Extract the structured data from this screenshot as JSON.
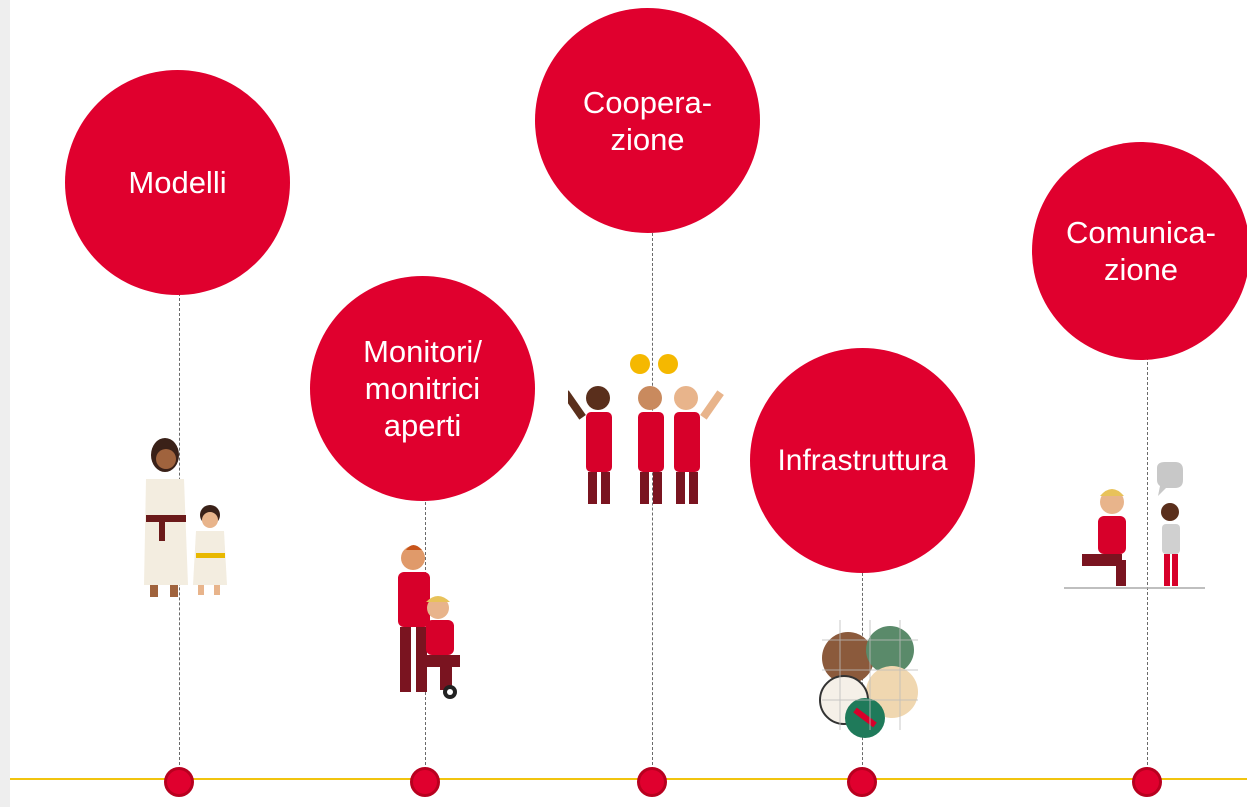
{
  "colors": {
    "accent": "#e0002e",
    "timeline": "#f1c40f",
    "text": "#ffffff",
    "connector": "#6a6a6a"
  },
  "milestones": [
    {
      "label": "Modelli",
      "icon": "karate-instructor-with-child-illustration"
    },
    {
      "label": "Monitori/\nmonitrici\naperti",
      "icon": "coach-kneeling-with-athlete-illustration"
    },
    {
      "label": "Coopera-\nzione",
      "icon": "team-with-smiley-faces-illustration"
    },
    {
      "label": "Infrastruttura",
      "icon": "ball-net-illustration"
    },
    {
      "label": "Comunica-\nzione",
      "icon": "adult-talking-to-child-illustration"
    }
  ]
}
